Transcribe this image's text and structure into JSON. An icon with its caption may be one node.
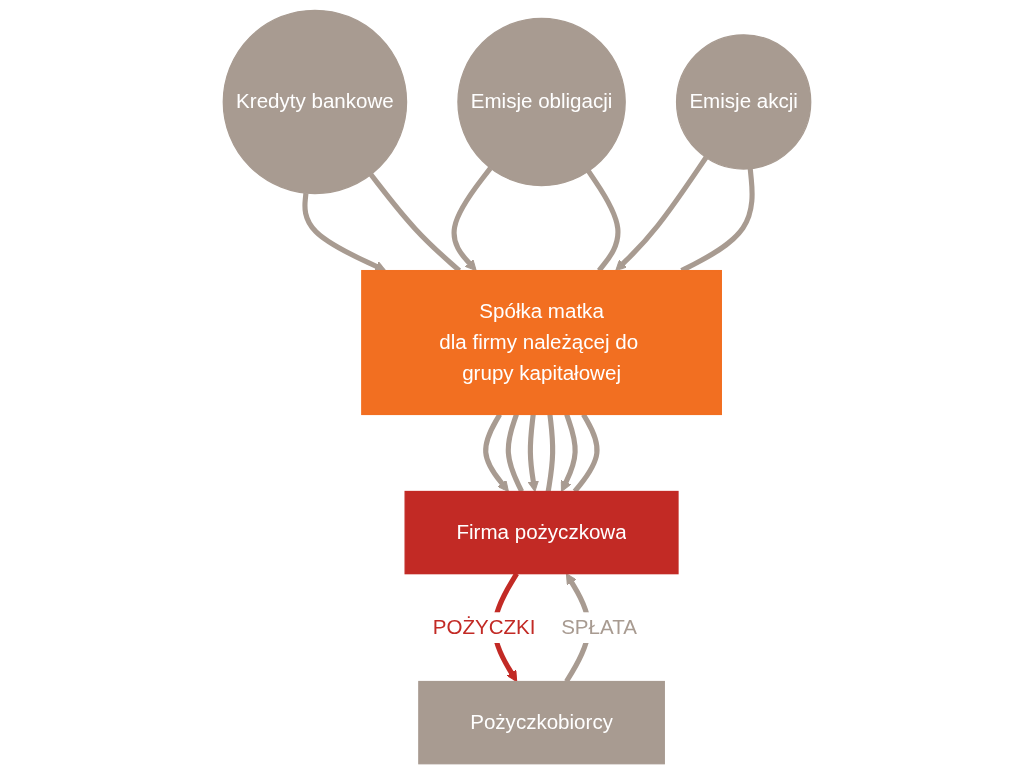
{
  "diagram": {
    "nodes": [
      {
        "text": [
          "Kredyty bankowe"
        ]
      },
      {
        "text": [
          "Emisje obligacji"
        ]
      },
      {
        "text": [
          "Emisje akcji"
        ]
      },
      {
        "text": [
          "Spółka matka",
          "dla firmy należącej do grupy kapitałowej"
        ]
      },
      {
        "text": [
          "Firma pożyczkowa"
        ]
      },
      {
        "text": [
          "Pożyczkobiorcy"
        ]
      }
    ],
    "edges": [
      {
        "from": 0,
        "to": 3,
        "arrow": "to"
      },
      {
        "from": 0,
        "to": 3,
        "arrow": "none"
      },
      {
        "from": 1,
        "to": 3,
        "arrow": "to"
      },
      {
        "from": 1,
        "to": 3,
        "arrow": "none"
      },
      {
        "from": 2,
        "to": 3,
        "arrow": "to"
      },
      {
        "from": 2,
        "to": 3,
        "arrow": "none"
      },
      {
        "from": 3,
        "to": 4,
        "arrow": "to"
      },
      {
        "from": 3,
        "to": 4,
        "arrow": "none"
      },
      {
        "from": 3,
        "to": 4,
        "arrow": "to"
      },
      {
        "from": 3,
        "to": 4,
        "arrow": "none"
      },
      {
        "from": 3,
        "to": 4,
        "arrow": "to"
      },
      {
        "from": 3,
        "to": 4,
        "arrow": "none"
      },
      {
        "from": 4,
        "to": 5,
        "label": "POŻYCZKI",
        "arrow": "to",
        "color": "#c22a25"
      },
      {
        "from": 5,
        "to": 4,
        "label": "SPŁATA",
        "arrow": "to"
      }
    ]
  }
}
